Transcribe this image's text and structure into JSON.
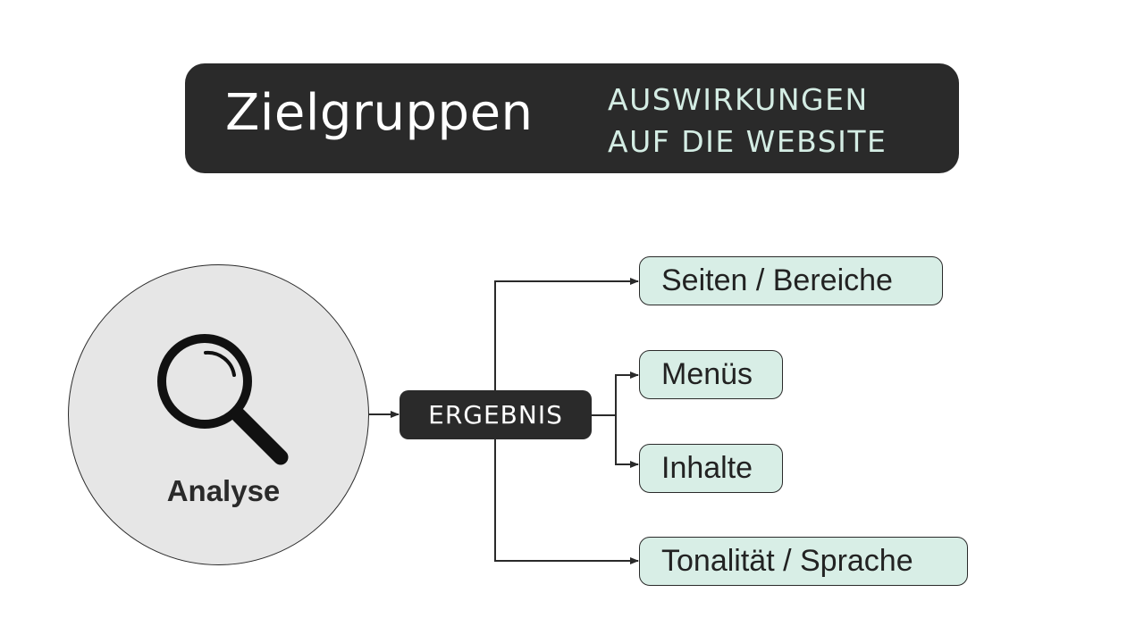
{
  "header": {
    "title": "Zielgruppen",
    "subtitle_line1": "AUSWIRKUNGEN",
    "subtitle_line2": "AUF DIE WEBSITE"
  },
  "source": {
    "label": "Analyse",
    "icon": "magnifier-icon"
  },
  "result": {
    "label": "ERGEBNIS"
  },
  "targets": [
    {
      "label": "Seiten / Bereiche"
    },
    {
      "label": "Menüs"
    },
    {
      "label": "Inhalte"
    },
    {
      "label": "Tonalität / Sprache"
    }
  ],
  "colors": {
    "dark": "#2a2a2a",
    "accent_text": "#d4ede4",
    "target_fill": "#d8eee6",
    "circle_fill": "#e6e6e6"
  }
}
